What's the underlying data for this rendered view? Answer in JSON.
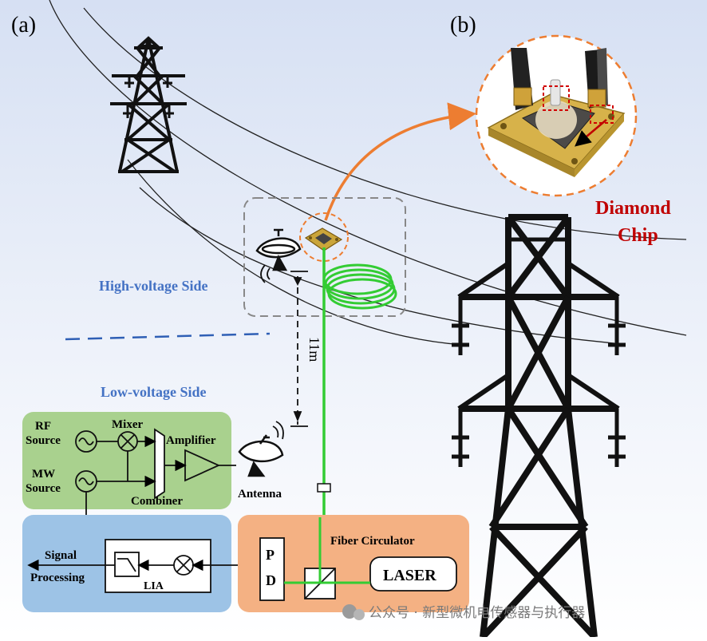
{
  "panels": {
    "a": "(a)",
    "b": "(b)"
  },
  "labels": {
    "high_voltage": "High-voltage Side",
    "low_voltage": "Low-voltage Side",
    "distance": "11m",
    "antenna": "Antenna",
    "fiber_circulator": "Fiber Circulator"
  },
  "callout": {
    "line1": "Diamond",
    "line2": "Chip"
  },
  "mw_box": {
    "rf_line1": "RF",
    "rf_line2": "Source",
    "mw_line1": "MW",
    "mw_line2": "Source",
    "mixer": "Mixer",
    "amplifier": "Amplifier",
    "combiner": "Combiner"
  },
  "lia_box": {
    "signal_line1": "Signal",
    "signal_line2": "Processing",
    "lia": "LIA"
  },
  "laser_box": {
    "pd_p": "P",
    "pd_d": "D",
    "laser": "LASER"
  },
  "watermark": "公众号 · 新型微机电传感器与执行器",
  "colors": {
    "blue_label": "#4472c4",
    "dash_blue": "#2f5fb5",
    "green_box": "#a9d18e",
    "blue_box": "#9dc3e6",
    "orange_box": "#f4b183",
    "orange_arrow": "#ed7d31",
    "fiber_green": "#33cc33",
    "red_fiber": "#e31a1c",
    "diamond_red": "#c00000",
    "background_top": "#dde6f5"
  }
}
